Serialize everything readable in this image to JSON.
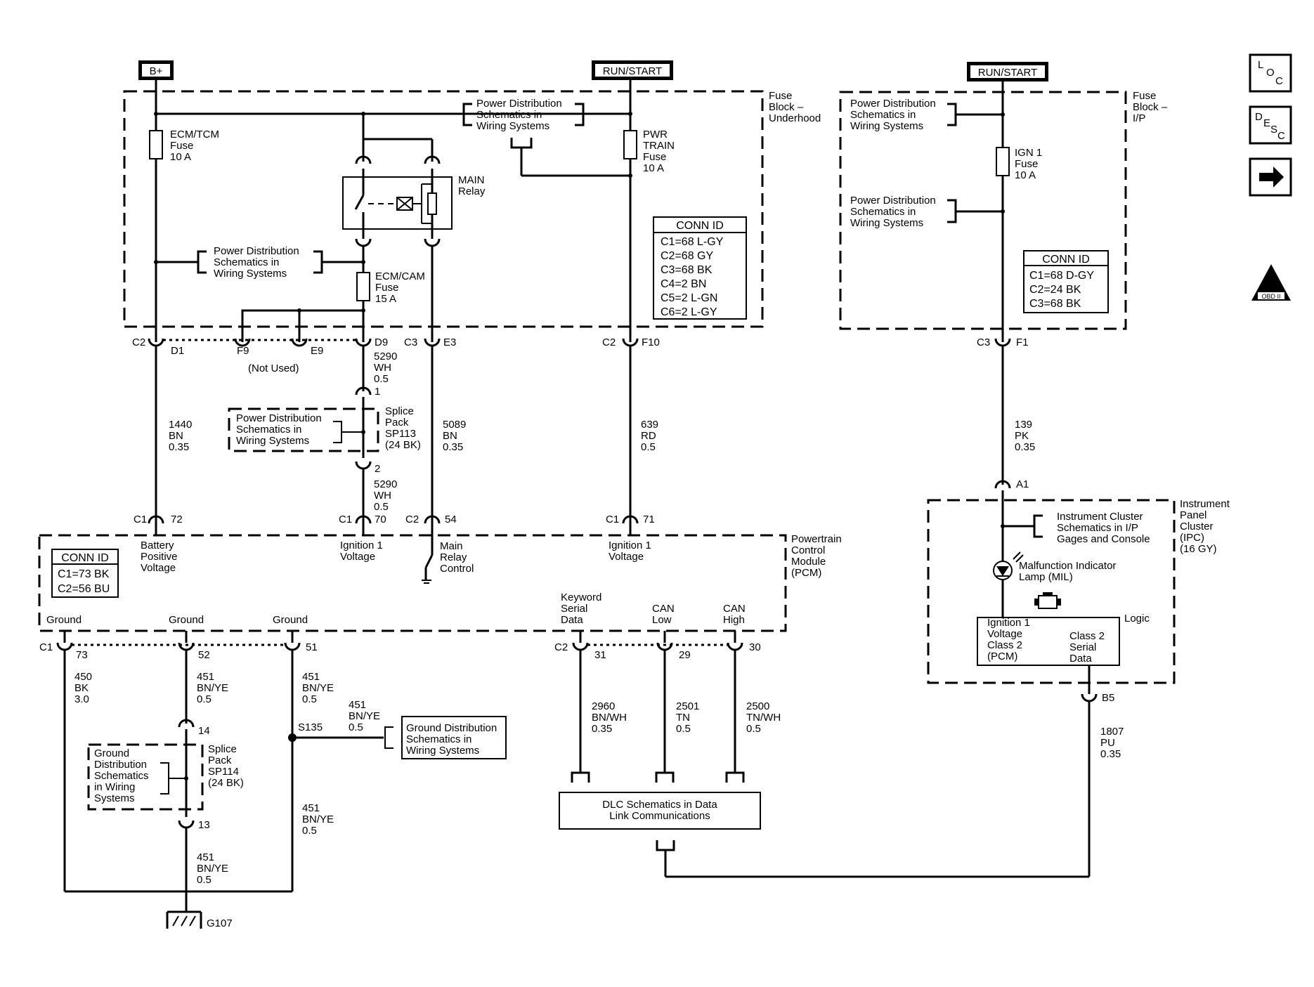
{
  "supplies": {
    "bplus": "B+",
    "runstart_left": "RUN/START",
    "runstart_right": "RUN/START"
  },
  "side_buttons": {
    "loc": "LOC",
    "desc": "DESC",
    "obd": "OBD II"
  },
  "labels": {
    "fuse_block_uh": [
      "Fuse",
      "Block –",
      "Underhood"
    ],
    "fuse_block_ip": [
      "Fuse",
      "Block –",
      "I/P"
    ],
    "pds_top": [
      "Power Distribution",
      "Schematics in",
      "Wiring Systems"
    ],
    "pds_left": [
      "Power Distribution",
      "Schematics in",
      "Wiring Systems"
    ],
    "pds_right1": [
      "Power Distribution",
      "Schematics in",
      "Wiring Systems"
    ],
    "pds_right2": [
      "Power Distribution",
      "Schematics in",
      "Wiring Systems"
    ],
    "pds_splice": [
      "Power Distribution",
      "Schematics in",
      "Wiring Systems"
    ],
    "ecm_tcm_fuse": [
      "ECM/TCM",
      "Fuse",
      "10 A"
    ],
    "pwr_train_fuse": [
      "PWR",
      "TRAIN",
      "Fuse",
      "10 A"
    ],
    "main_relay": [
      "MAIN",
      "Relay"
    ],
    "ecm_cam_fuse": [
      "ECM/CAM",
      "Fuse",
      "15 A"
    ],
    "ign1_fuse": [
      "IGN 1",
      "Fuse",
      "10 A"
    ],
    "not_used": "(Not Used)",
    "splice_sp113": [
      "Splice",
      "Pack",
      "SP113",
      "(24 BK)"
    ],
    "splice_sp114": [
      "Splice",
      "Pack",
      "SP114",
      "(24 BK)"
    ],
    "pcm": [
      "Powertrain",
      "Control",
      "Module",
      "(PCM)"
    ],
    "battery_pos": [
      "Battery",
      "Positive",
      "Voltage"
    ],
    "ign1_volt_a": [
      "Ignition 1",
      "Voltage"
    ],
    "ign1_volt_b": [
      "Ignition 1",
      "Voltage"
    ],
    "main_relay_ctrl": [
      "Main",
      "Relay",
      "Control"
    ],
    "ground1": "Ground",
    "ground2": "Ground",
    "ground3": "Ground",
    "keyword": [
      "Keyword",
      "Serial",
      "Data"
    ],
    "can_low": [
      "CAN",
      "Low"
    ],
    "can_high": [
      "CAN",
      "High"
    ],
    "gds_left": [
      "Ground",
      "Distribution",
      "Schematics",
      "in Wiring",
      "Systems"
    ],
    "gds_box": [
      "Ground Distribution",
      "Schematics in",
      "Wiring Systems"
    ],
    "s135": "S135",
    "g107": "G107",
    "dlc": [
      "DLC Schematics in Data",
      "Link Communications"
    ],
    "ipc": [
      "Instrument",
      "Panel",
      "Cluster",
      "(IPC)",
      "(16 GY)"
    ],
    "ic_sch": [
      "Instrument Cluster",
      "Schematics in I/P",
      "Gages and Console"
    ],
    "mil": [
      "Malfunction Indicator",
      "Lamp (MIL)"
    ],
    "logic": "Logic",
    "logic_left": [
      "Ignition 1",
      "Voltage",
      "Class 2",
      "(PCM)"
    ],
    "logic_right": [
      "Class 2",
      "Serial",
      "Data"
    ]
  },
  "conn_id_uh": {
    "title": "CONN ID",
    "rows": [
      "C1=68 L-GY",
      "C2=68 GY",
      "C3=68 BK",
      "C4=2 BN",
      "C5=2 L-GN",
      "C6=2 L-GY"
    ]
  },
  "conn_id_ip": {
    "title": "CONN ID",
    "rows": [
      "C1=68 D-GY",
      "C2=24 BK",
      "C3=68 BK"
    ]
  },
  "conn_id_pcm": {
    "title": "CONN ID",
    "rows": [
      "C1=73 BK",
      "C2=56 BU"
    ]
  },
  "pins": {
    "uh_c2": "C2",
    "uh_d1": "D1",
    "uh_f9": "F9",
    "uh_e9": "E9",
    "uh_d9": "D9",
    "uh_c3": "C3",
    "uh_e3": "E3",
    "uh_c2b": "C2",
    "uh_f10": "F10",
    "ip_c3": "C3",
    "ip_f1": "F1",
    "sp113_1": "1",
    "sp113_2": "2",
    "pcm_c1a": "C1",
    "pcm_72": "72",
    "pcm_c1b": "C1",
    "pcm_70": "70",
    "pcm_c2a": "C2",
    "pcm_54": "54",
    "pcm_c1c": "C1",
    "pcm_71": "71",
    "pcm_c1g": "C1",
    "pcm_73": "73",
    "pcm_52": "52",
    "pcm_51": "51",
    "pcm_c2g": "C2",
    "pcm_31": "31",
    "pcm_29": "29",
    "pcm_30": "30",
    "sp114_14": "14",
    "sp114_13": "13",
    "ipc_a1": "A1",
    "ipc_b5": "B5"
  },
  "wires": {
    "w1440": [
      "1440",
      "BN",
      "0.35"
    ],
    "w5290a": [
      "5290",
      "WH",
      "0.5"
    ],
    "w5290b": [
      "5290",
      "WH",
      "0.5"
    ],
    "w5089": [
      "5089",
      "BN",
      "0.35"
    ],
    "w639": [
      "639",
      "RD",
      "0.5"
    ],
    "w139": [
      "139",
      "PK",
      "0.35"
    ],
    "w450": [
      "450",
      "BK",
      "3.0"
    ],
    "w451a": [
      "451",
      "BN/YE",
      "0.5"
    ],
    "w451b": [
      "451",
      "BN/YE",
      "0.5"
    ],
    "w451c": [
      "451",
      "BN/YE",
      "0.5"
    ],
    "w451d": [
      "451",
      "BN/YE",
      "0.5"
    ],
    "w451e": [
      "451",
      "BN/YE",
      "0.5"
    ],
    "w2960": [
      "2960",
      "BN/WH",
      "0.35"
    ],
    "w2501": [
      "2501",
      "TN",
      "0.5"
    ],
    "w2500": [
      "2500",
      "TN/WH",
      "0.5"
    ],
    "w1807": [
      "1807",
      "PU",
      "0.35"
    ]
  }
}
